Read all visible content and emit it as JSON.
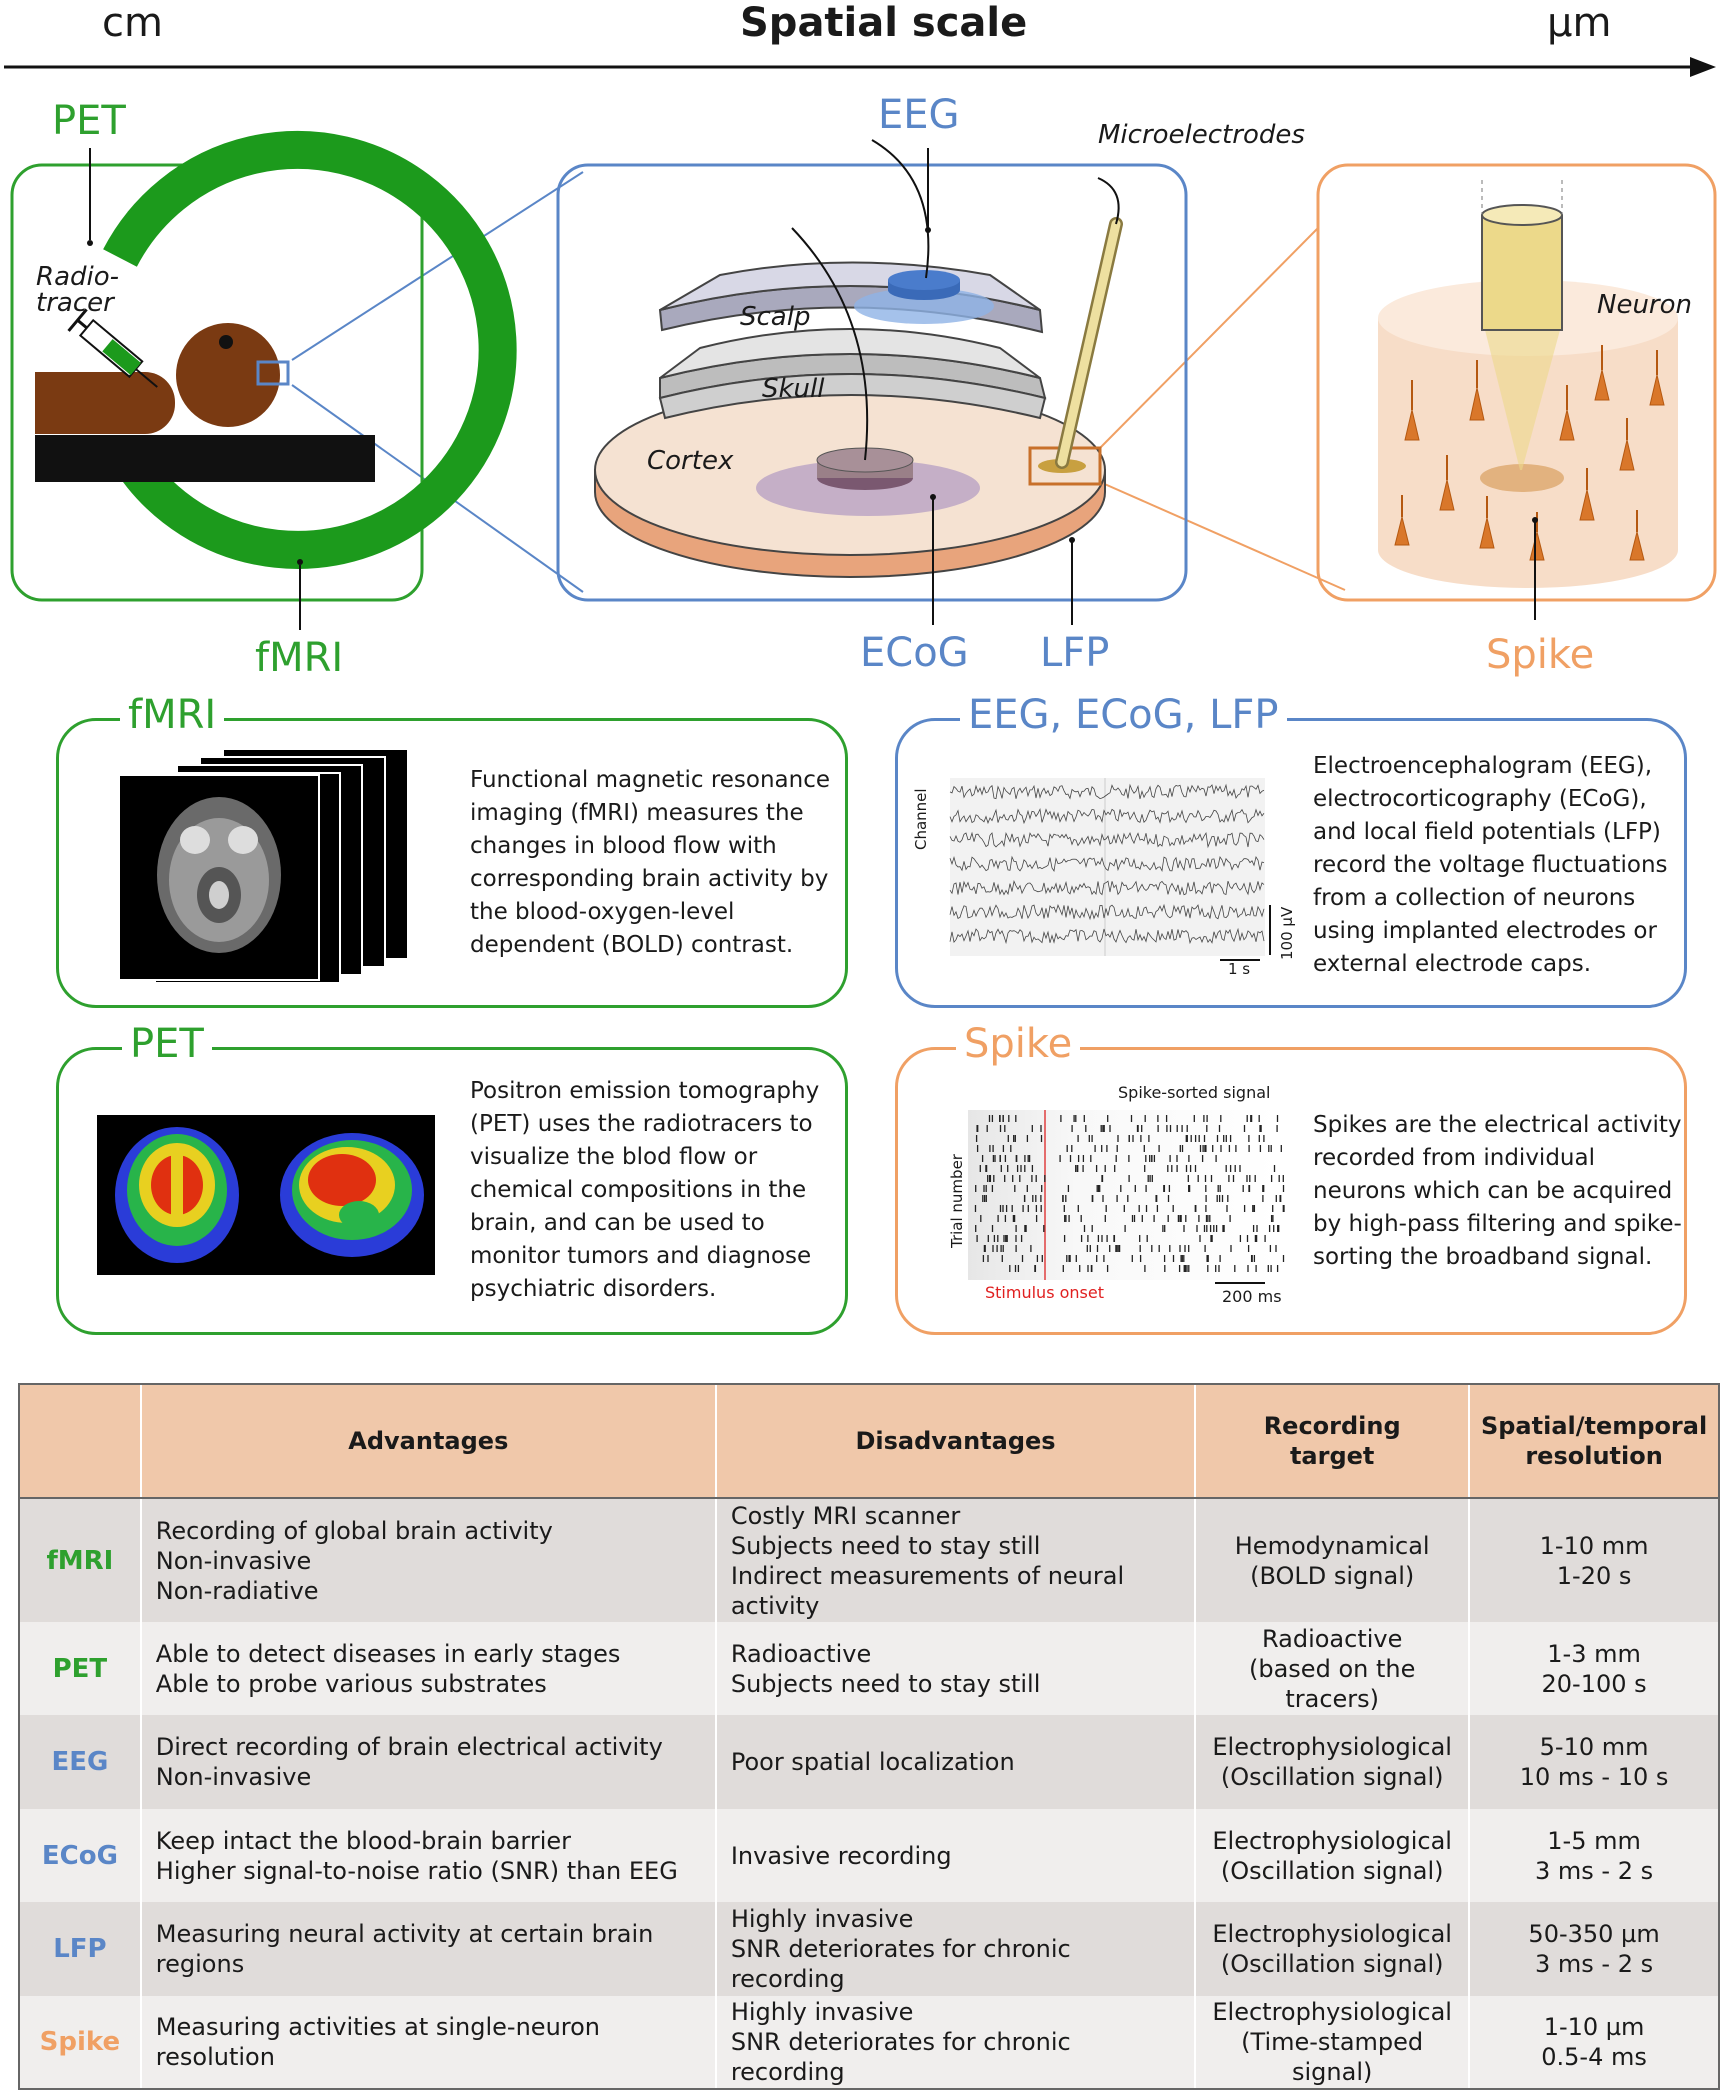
{
  "scale": {
    "title": "Spatial scale",
    "left": "cm",
    "right": "µm"
  },
  "top": {
    "pet": "PET",
    "radiotracer_1": "Radio-",
    "radiotracer_2": "tracer",
    "fmri": "fMRI",
    "eeg": "EEG",
    "microelectrodes": "Microelectrodes",
    "scalp": "Scalp",
    "skull": "Skull",
    "cortex": "Cortex",
    "ecog": "ECoG",
    "lfp": "LFP",
    "neuron": "Neuron",
    "spike": "Spike"
  },
  "panels": {
    "fmri": {
      "title": "fMRI",
      "text": "Functional magnetic resonance\nimaging (fMRI) measures the\nchanges in blood flow with\ncorresponding brain activity by\nthe blood-oxygen-level\ndependent (BOLD) contrast."
    },
    "eeg": {
      "title": "EEG, ECoG, LFP",
      "text": "Electroencephalogram (EEG),\nelectrocorticography (ECoG),\nand local field potentials (LFP)\nrecord the voltage fluctuations\nfrom a collection of neurons\nusing implanted electrodes or\nexternal electrode caps.",
      "ylabel": "Channel",
      "scale_time": "1 s",
      "scale_volt": "100 µV"
    },
    "pet": {
      "title": "PET",
      "text": "Positron emission tomography\n(PET) uses the radiotracers to\nvisualize the blod flow or\nchemical compositions in the\nbrain, and can be used to\nmonitor tumors and diagnose\npsychiatric disorders."
    },
    "spike": {
      "title": "Spike",
      "text": "Spikes are the  electrical activity\nrecorded from individual\nneurons which can be acquired\nby high-pass filtering and spike-\nsorting the broadband signal.",
      "raster_title": "Spike-sorted signal",
      "ylabel": "Trial number",
      "onset": "Stimulus onset",
      "scale_time": "200 ms"
    }
  },
  "table": {
    "headers": [
      "",
      "Advantages",
      "Disadvantages",
      "Recording\ntarget",
      "Spatial/temporal\nresolution"
    ],
    "rows": [
      {
        "name": "fMRI",
        "color": "#2ea02e",
        "adv": "Recording of global brain activity\nNon-invasive\nNon-radiative",
        "dis": "Costly MRI scanner\nSubjects need to stay still\nIndirect measurements of neural activity",
        "target": "Hemodynamical\n(BOLD signal)",
        "res": "1-10 mm\n1-20 s"
      },
      {
        "name": "PET",
        "color": "#2ea02e",
        "adv": "Able to detect diseases in early stages\nAble to probe various substrates",
        "dis": "Radioactive\nSubjects need to stay still",
        "target": "Radioactive\n(based on the tracers)",
        "res": "1-3 mm\n20-100 s"
      },
      {
        "name": "EEG",
        "color": "#5a86c7",
        "adv": "Direct recording of brain electrical activity\nNon-invasive",
        "dis": "Poor spatial localization",
        "target": "Electrophysiological\n(Oscillation signal)",
        "res": "5-10 mm\n10 ms - 10 s"
      },
      {
        "name": "ECoG",
        "color": "#5a86c7",
        "adv": "Keep intact the blood-brain barrier\nHigher signal-to-noise ratio (SNR) than EEG",
        "dis": "Invasive recording",
        "target": "Electrophysiological\n(Oscillation signal)",
        "res": "1-5 mm\n3 ms - 2 s"
      },
      {
        "name": "LFP",
        "color": "#5a86c7",
        "adv": "Measuring neural activity at certain brain regions",
        "dis": "Highly invasive\nSNR deteriorates for chronic recording",
        "target": "Electrophysiological\n(Oscillation signal)",
        "res": "50-350 µm\n3 ms - 2 s"
      },
      {
        "name": "Spike",
        "color": "#f0a064",
        "adv": "Measuring activities at single-neuron resolution",
        "dis": "Highly invasive\nSNR deteriorates for chronic recording",
        "target": "Electrophysiological\n(Time-stamped signal)",
        "res": "1-10 µm\n0.5-4 ms"
      }
    ]
  }
}
